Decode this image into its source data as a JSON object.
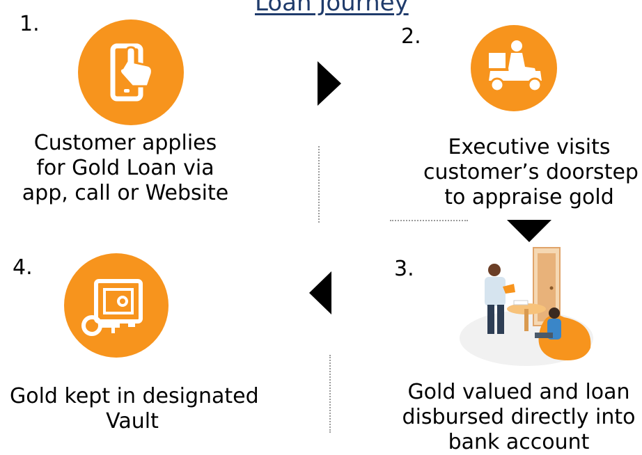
{
  "title": "Loan Journey",
  "colors": {
    "accent": "#f7941d",
    "title": "#1f3b6b",
    "arrow": "#000000"
  },
  "steps": [
    {
      "number": "1.",
      "icon": "mobile-tap-icon",
      "lines": [
        "Customer applies",
        "for Gold Loan via",
        "app, call or Website"
      ]
    },
    {
      "number": "2.",
      "icon": "delivery-scooter-icon",
      "lines": [
        "Executive visits",
        "customer’s doorstep",
        "to appraise gold"
      ]
    },
    {
      "number": "3.",
      "icon": "meeting-illustration",
      "lines": [
        "Gold valued and loan",
        "disbursed directly into",
        "bank account"
      ]
    },
    {
      "number": "4.",
      "icon": "vault-key-icon",
      "lines": [
        "Gold kept in designated",
        "Vault"
      ]
    }
  ]
}
